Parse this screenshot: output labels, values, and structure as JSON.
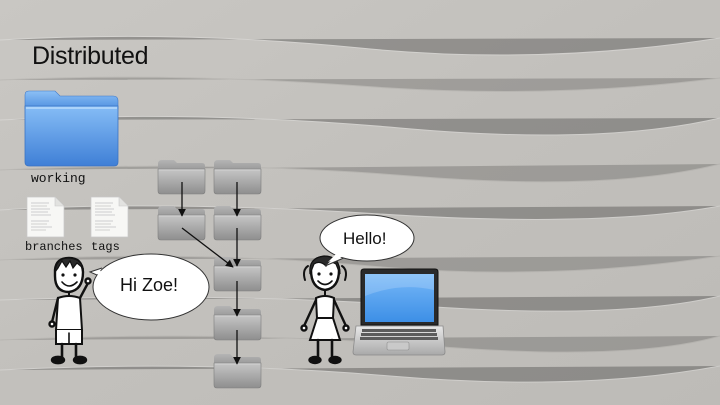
{
  "slide": {
    "title": "Distributed",
    "working_label": "working",
    "branches_label": "branches",
    "tags_label": "tags"
  },
  "speech": {
    "boy": "Hi Zoe!",
    "girl": "Hello!"
  },
  "colors": {
    "background": "#c4c2bf",
    "blue_folder": "#5a9ae8",
    "gray_folder": "#a7a7a7",
    "laptop_screen": "#4f9eef"
  },
  "icons": [
    "folder-icon",
    "document-icon",
    "boy-figure",
    "girl-figure",
    "laptop-icon",
    "speech-bubble"
  ]
}
